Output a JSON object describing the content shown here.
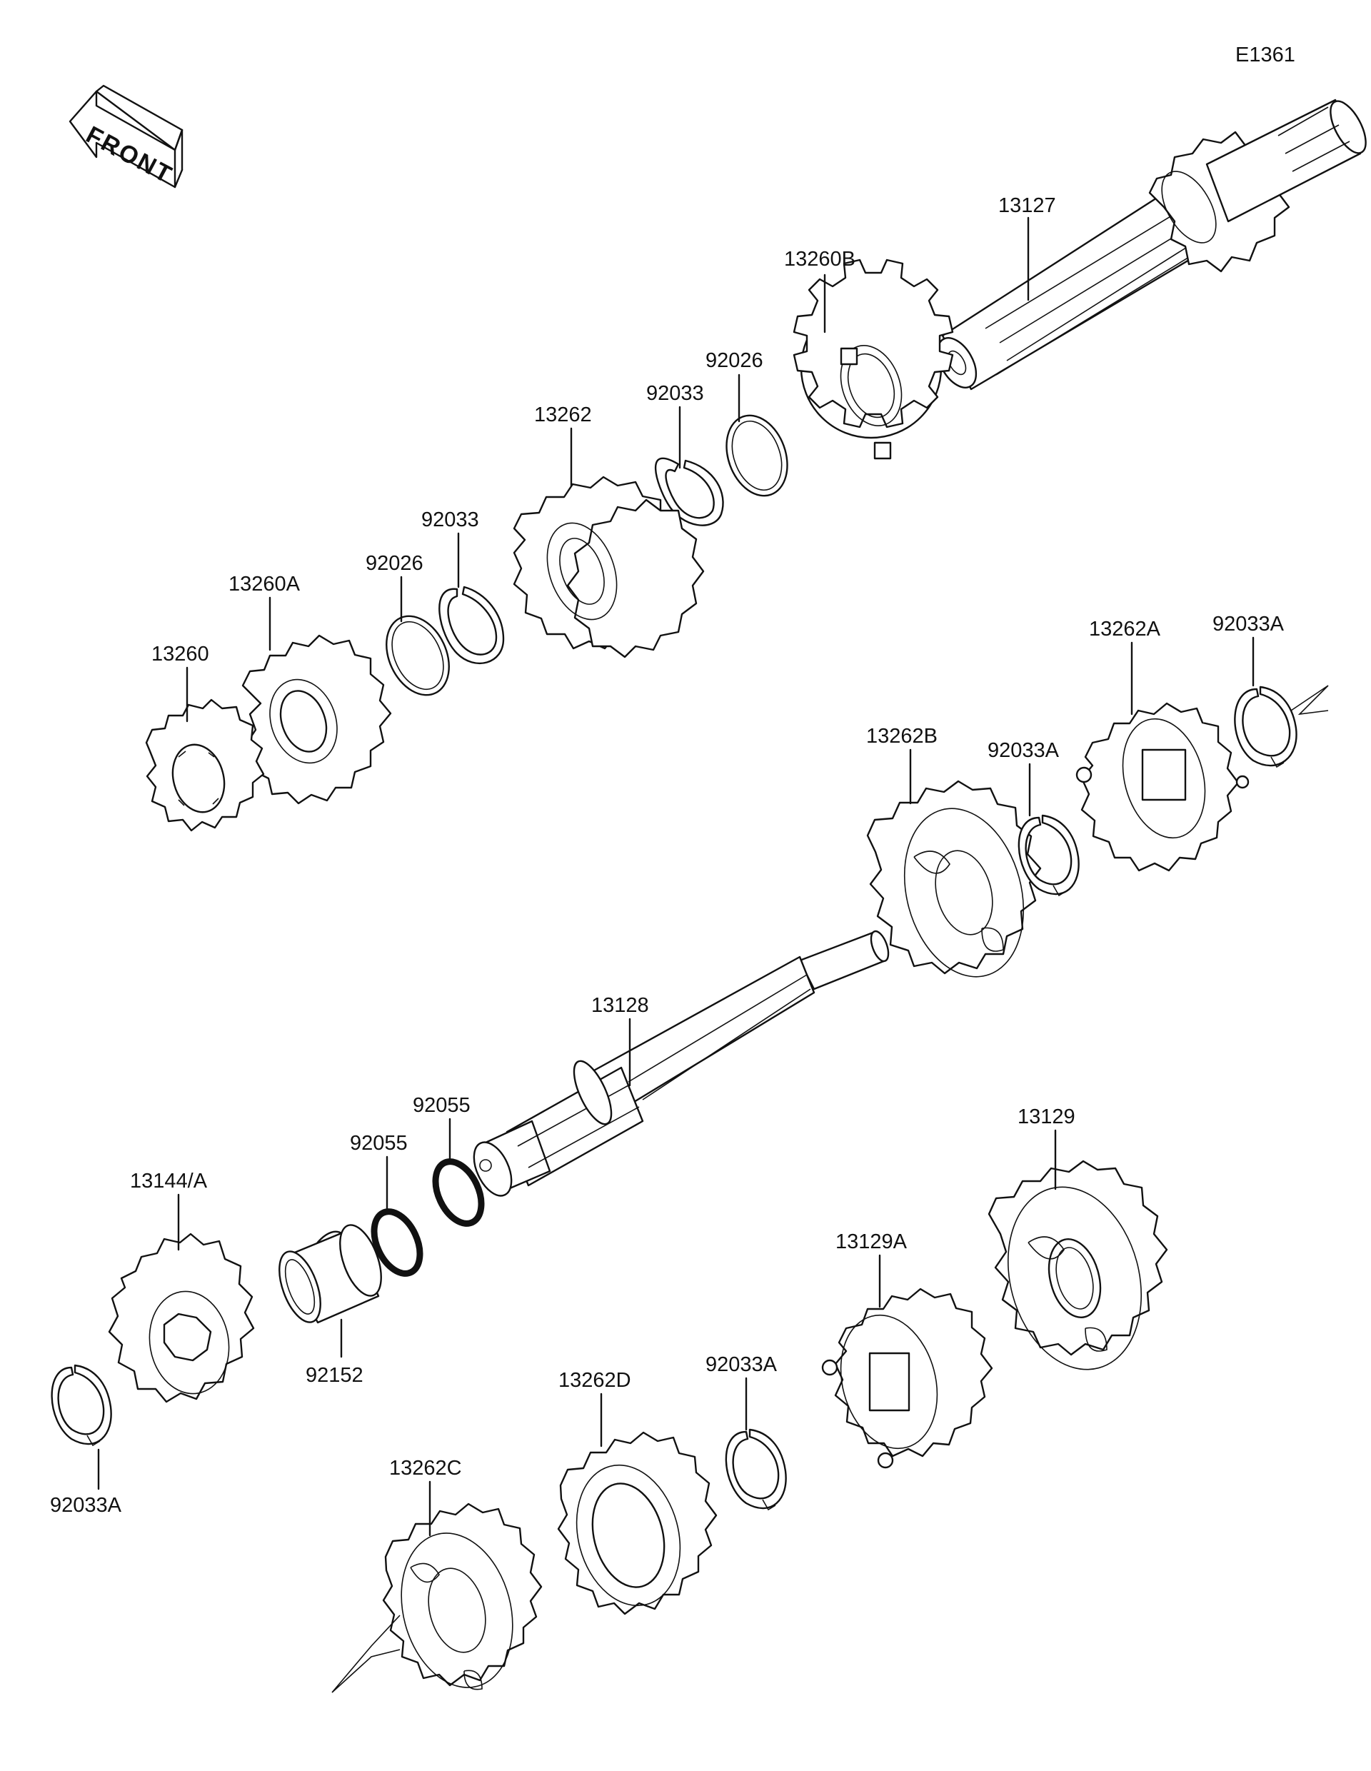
{
  "diagram_id": "E1361",
  "direction_arrow": {
    "label": "FRONT",
    "icon": "front-arrow-icon"
  },
  "colors": {
    "line": "#111111",
    "background": "#ffffff"
  },
  "parts": [
    {
      "key": "p13127",
      "number": "13127"
    },
    {
      "key": "p13260b",
      "number": "13260B"
    },
    {
      "key": "p92026_top",
      "number": "92026"
    },
    {
      "key": "p92033_top",
      "number": "92033"
    },
    {
      "key": "p13262",
      "number": "13262"
    },
    {
      "key": "p92033_mid",
      "number": "92033"
    },
    {
      "key": "p92026_mid",
      "number": "92026"
    },
    {
      "key": "p13260a",
      "number": "13260A"
    },
    {
      "key": "p13260",
      "number": "13260"
    },
    {
      "key": "p13262a",
      "number": "13262A"
    },
    {
      "key": "p92033a_r",
      "number": "92033A"
    },
    {
      "key": "p13262b",
      "number": "13262B"
    },
    {
      "key": "p92033a_m",
      "number": "92033A"
    },
    {
      "key": "p13128",
      "number": "13128"
    },
    {
      "key": "p92055_r",
      "number": "92055"
    },
    {
      "key": "p92055_l",
      "number": "92055"
    },
    {
      "key": "p13129",
      "number": "13129"
    },
    {
      "key": "p13144",
      "number": "13144/A"
    },
    {
      "key": "p92152",
      "number": "92152"
    },
    {
      "key": "p13129a",
      "number": "13129A"
    },
    {
      "key": "p92033a_b",
      "number": "92033A"
    },
    {
      "key": "p13262d",
      "number": "13262D"
    },
    {
      "key": "p92033a_l",
      "number": "92033A"
    },
    {
      "key": "p13262c",
      "number": "13262C"
    }
  ]
}
